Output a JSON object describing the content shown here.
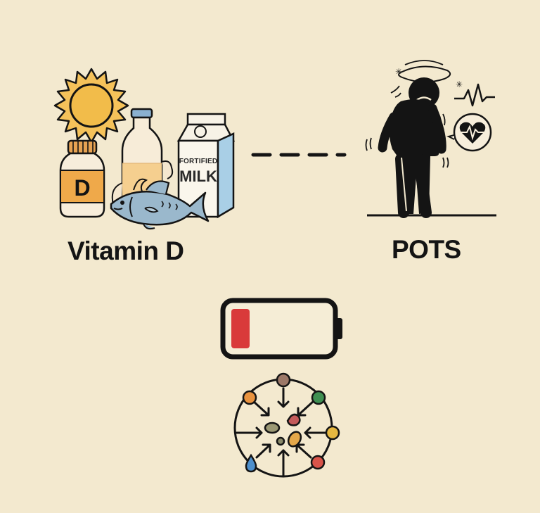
{
  "diagram": {
    "left_node": {
      "label": "Vitamin D",
      "items": [
        {
          "name": "sun",
          "icon": "sun-icon"
        },
        {
          "name": "supplement-bottle",
          "icon": "pill-bottle-icon",
          "text": "D"
        },
        {
          "name": "milk-bottle",
          "icon": "bottle-icon"
        },
        {
          "name": "milk-carton",
          "icon": "milk-carton-icon",
          "text_top": "FORTIFIED",
          "text_bottom": "MILK"
        },
        {
          "name": "fish",
          "icon": "fish-icon"
        }
      ]
    },
    "connector": {
      "style": "dashed",
      "icon": "dashed-line"
    },
    "right_node": {
      "label": "POTS",
      "items": [
        {
          "name": "dizzy-person",
          "icon": "dizzy-person-icon"
        },
        {
          "name": "heart-rate",
          "icon": "heartbeat-line-icon"
        },
        {
          "name": "heart-bubble",
          "icon": "heart-pulse-icon"
        }
      ]
    },
    "bottom": {
      "items": [
        {
          "name": "low-battery",
          "icon": "low-battery-icon",
          "level": "low"
        },
        {
          "name": "nutrient-absorption",
          "icon": "nutrient-circle-icon"
        }
      ]
    }
  },
  "colors": {
    "background": "#f3e9cf",
    "sun": "#f2bc4a",
    "vitamin_label": "#efa94a",
    "milk_fill": "#f5cf8f",
    "carton_side": "#a9cfe6",
    "fish": "#9ab8cc",
    "battery_low": "#d93a3a",
    "ink": "#141414"
  }
}
